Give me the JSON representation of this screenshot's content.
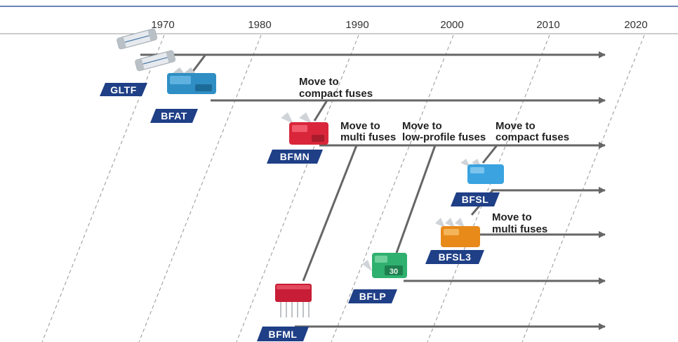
{
  "timeline": {
    "years": [
      "1970",
      "1980",
      "1990",
      "2000",
      "2010",
      "2020"
    ]
  },
  "fuses": [
    {
      "label": "GLTF",
      "color": "#d8dde2"
    },
    {
      "label": "BFAT",
      "color": "#2f8fc4"
    },
    {
      "label": "BFMN",
      "color": "#d9263a"
    },
    {
      "label": "BFSL",
      "color": "#3aa3e0"
    },
    {
      "label": "BFSL3",
      "color": "#e88a1a"
    },
    {
      "label": "BFLP",
      "color": "#2fb06e"
    },
    {
      "label": "BFML",
      "color": "#c81d36"
    }
  ],
  "notes": [
    {
      "line1": "Move to",
      "line2": "compact fuses"
    },
    {
      "line1": "Move to",
      "line2": "multi fuses"
    },
    {
      "line1": "Move to",
      "line2": "low-profile fuses"
    },
    {
      "line1": "Move to",
      "line2": "compact fuses"
    },
    {
      "line1": "Move to",
      "line2": "multi fuses"
    }
  ],
  "fuse_value_label": "30",
  "colors": {
    "badge": "#1f3f86",
    "arrow": "#666666",
    "rule": "#3b5aa0",
    "guide": "#8a8a8a"
  }
}
